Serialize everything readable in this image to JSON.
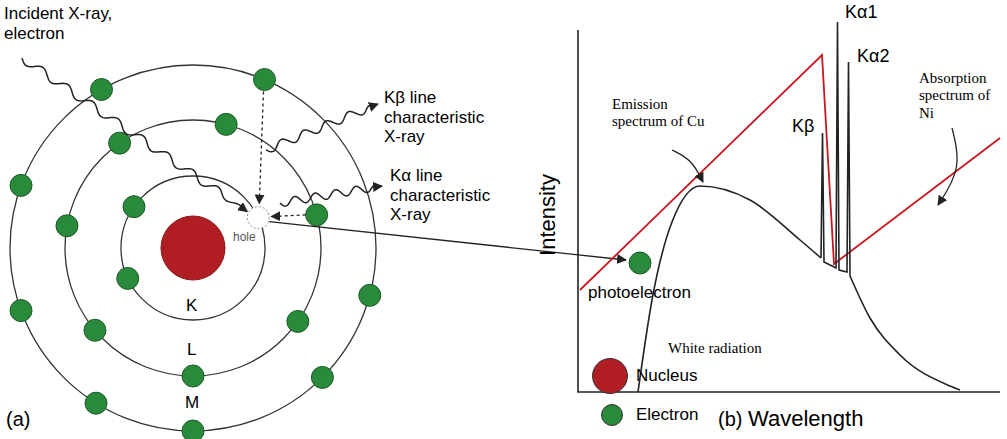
{
  "diagram": {
    "labels": [
      "Incident X-ray, electron",
      "Kβ line characteristic X-ray",
      "Kα line characteristic X-ray",
      "hole",
      "K",
      "L",
      "M",
      "photoelectron",
      "(a)",
      "Kα1",
      "Kβ",
      "Kα2",
      "Emission spectrum of Cu",
      "Absorption spectrum of Ni",
      "White radiation",
      "Intensity",
      "Wavelength",
      "(b)"
    ],
    "legend": [
      {
        "text": "Nucleus",
        "color": "#b01e23"
      },
      {
        "text": "Electron",
        "color": "#2a8a3c"
      }
    ]
  }
}
